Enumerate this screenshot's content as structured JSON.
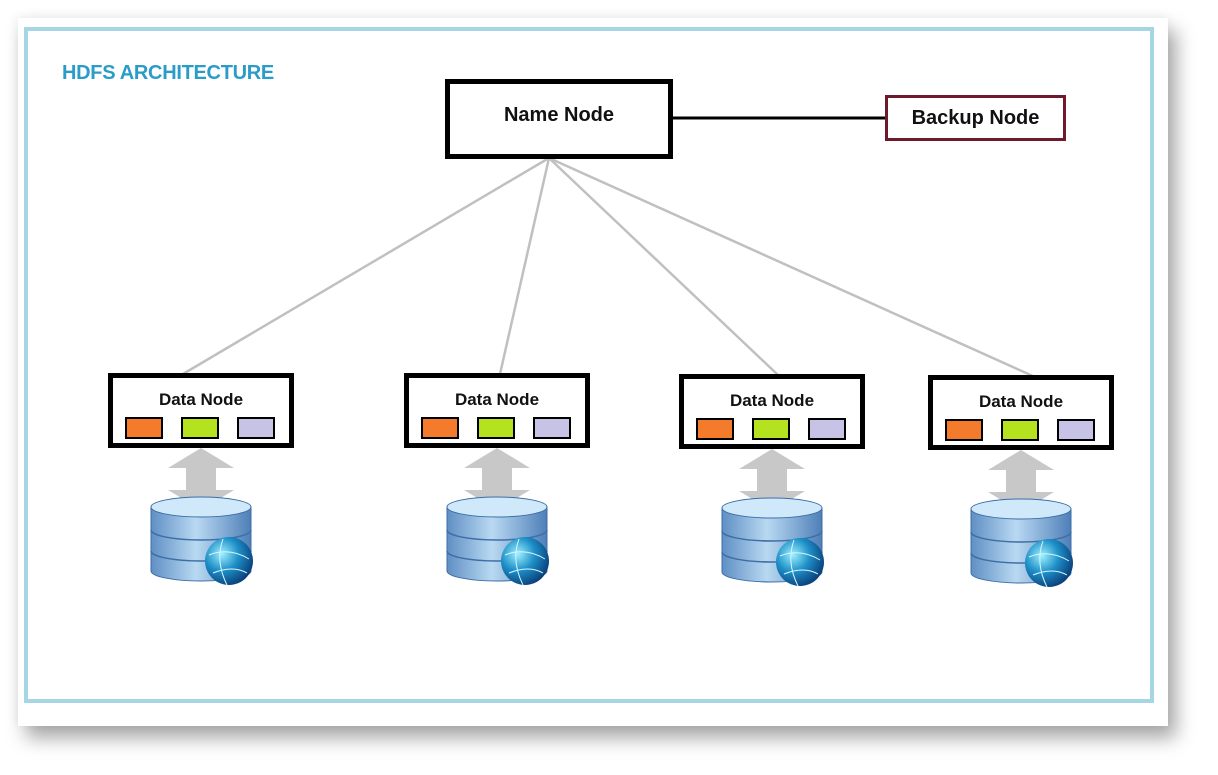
{
  "title": "HDFS ARCHITECTURE",
  "name_node": {
    "label": "Name Node"
  },
  "backup_node": {
    "label": "Backup Node"
  },
  "data_nodes": [
    {
      "label": "Data Node"
    },
    {
      "label": "Data Node"
    },
    {
      "label": "Data Node"
    },
    {
      "label": "Data Node"
    }
  ],
  "block_colors": [
    "#f47a2c",
    "#b5e21f",
    "#c7c3e6"
  ],
  "colors": {
    "frame": "#a6d6e4",
    "title": "#2b9cc8",
    "backup_border": "#6e1a2a",
    "link": "#c0c0c0",
    "arrow": "#c8c8c8"
  }
}
